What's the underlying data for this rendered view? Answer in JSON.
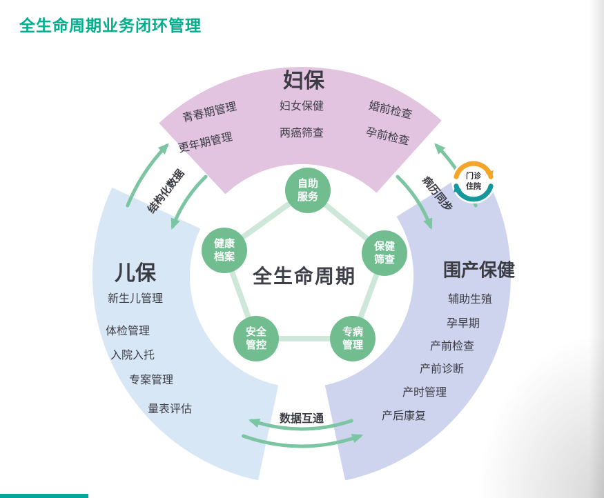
{
  "page": {
    "title": "全生命周期业务闭环管理"
  },
  "center": {
    "label": "全生命周期",
    "nodes": [
      {
        "line1": "自助",
        "line2": "服务"
      },
      {
        "line1": "健康",
        "line2": "档案"
      },
      {
        "line1": "保健",
        "line2": "筛查"
      },
      {
        "line1": "安全",
        "line2": "管控"
      },
      {
        "line1": "专病",
        "line2": "管理"
      }
    ]
  },
  "sectors": {
    "maternal": {
      "title": "妇保",
      "items": [
        "青春期管理",
        "更年期管理",
        "妇女保健",
        "两癌筛查",
        "婚前检查",
        "孕前检查"
      ]
    },
    "child": {
      "title": "儿保",
      "items": [
        "新生儿管理",
        "体检管理",
        "入院入托",
        "专案管理",
        "量表评估"
      ]
    },
    "perinatal": {
      "title": "围产保健",
      "items": [
        "辅助生殖",
        "孕早期",
        "产前检查",
        "产前诊断",
        "产时管理",
        "产后康复"
      ]
    }
  },
  "connectors": {
    "left_label": "结构化数据",
    "right_label": "病历同步",
    "bottom_label": "数据互通",
    "badge_top": "门诊",
    "badge_bottom": "住院"
  },
  "colors": {
    "title_green": "#00b08c",
    "maternal_arc": "#e2c3e0",
    "child_arc": "#d8e7f5",
    "perinatal_arc": "#ced4ee",
    "node_green": "#71bd90",
    "pentagon_line": "#cde7d8",
    "arrow_green": "#7cc5a2",
    "badge_orange": "#f4a428",
    "badge_teal": "#15989c",
    "bottom_bar_teal": "#00a79d"
  }
}
